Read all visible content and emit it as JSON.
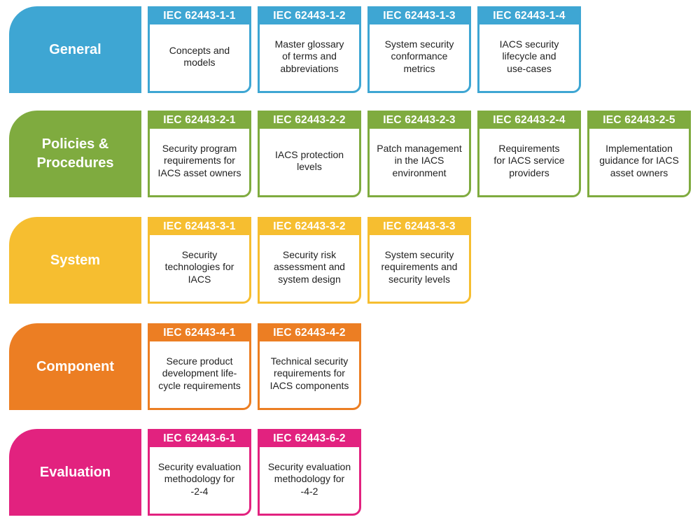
{
  "colors": {
    "general": "#3ea6d3",
    "policies": "#7fab3f",
    "system": "#f6be30",
    "component": "#ec7e23",
    "evaluation": "#e2227f"
  },
  "rows": [
    {
      "category": "General",
      "color_key": "general",
      "cards": [
        {
          "code": "IEC 62443-1-1",
          "title": "Concepts and\nmodels"
        },
        {
          "code": "IEC 62443-1-2",
          "title": "Master glossary\nof terms and\nabbreviations"
        },
        {
          "code": "IEC 62443-1-3",
          "title": "System security\nconformance\nmetrics"
        },
        {
          "code": "IEC 62443-1-4",
          "title": "IACS security\nlifecycle and\nuse-cases"
        }
      ]
    },
    {
      "category": "Policies &\nProcedures",
      "color_key": "policies",
      "cards": [
        {
          "code": "IEC 62443-2-1",
          "title": "Security program\nrequirements for\nIACS asset owners"
        },
        {
          "code": "IEC 62443-2-2",
          "title": "IACS protection\nlevels"
        },
        {
          "code": "IEC 62443-2-3",
          "title": "Patch management\nin the IACS\nenvironment"
        },
        {
          "code": "IEC 62443-2-4",
          "title": "Requirements\nfor IACS service\nproviders"
        },
        {
          "code": "IEC 62443-2-5",
          "title": "Implementation\nguidance for IACS\nasset owners"
        }
      ]
    },
    {
      "category": "System",
      "color_key": "system",
      "cards": [
        {
          "code": "IEC 62443-3-1",
          "title": "Security\ntechnologies for\nIACS"
        },
        {
          "code": "IEC 62443-3-2",
          "title": "Security risk\nassessment and\nsystem design"
        },
        {
          "code": "IEC 62443-3-3",
          "title": "System security\nrequirements and\nsecurity levels"
        }
      ]
    },
    {
      "category": "Component",
      "color_key": "component",
      "cards": [
        {
          "code": "IEC 62443-4-1",
          "title": "Secure product\ndevelopment life-\ncycle requirements"
        },
        {
          "code": "IEC 62443-4-2",
          "title": "Technical security\nrequirements for\nIACS components"
        }
      ]
    },
    {
      "category": "Evaluation",
      "color_key": "evaluation",
      "cards": [
        {
          "code": "IEC 62443-6-1",
          "title": "Security evaluation\nmethodology for\n-2-4"
        },
        {
          "code": "IEC 62443-6-2",
          "title": "Security evaluation\nmethodology for\n-4-2"
        }
      ]
    }
  ]
}
